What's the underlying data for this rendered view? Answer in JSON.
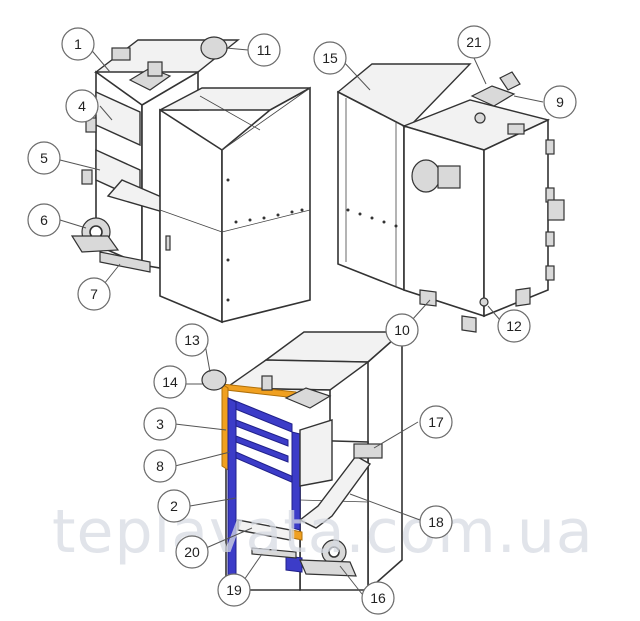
{
  "callouts": [
    {
      "id": "1",
      "label": "1"
    },
    {
      "id": "11",
      "label": "11"
    },
    {
      "id": "4",
      "label": "4"
    },
    {
      "id": "5",
      "label": "5"
    },
    {
      "id": "6",
      "label": "6"
    },
    {
      "id": "7",
      "label": "7"
    },
    {
      "id": "15",
      "label": "15"
    },
    {
      "id": "21",
      "label": "21"
    },
    {
      "id": "9",
      "label": "9"
    },
    {
      "id": "10",
      "label": "10"
    },
    {
      "id": "12",
      "label": "12"
    },
    {
      "id": "13",
      "label": "13"
    },
    {
      "id": "14",
      "label": "14"
    },
    {
      "id": "3",
      "label": "3"
    },
    {
      "id": "8",
      "label": "8"
    },
    {
      "id": "2",
      "label": "2"
    },
    {
      "id": "20",
      "label": "20"
    },
    {
      "id": "19",
      "label": "19"
    },
    {
      "id": "17",
      "label": "17"
    },
    {
      "id": "18",
      "label": "18"
    },
    {
      "id": "16",
      "label": "16"
    }
  ],
  "watermark": "teplavata.com.ua",
  "colors": {
    "line": "#333333",
    "insulation_orange": "#f0a020",
    "heat_exchanger_blue": "#3c3cc8",
    "watermark": "#d7dbe3"
  }
}
